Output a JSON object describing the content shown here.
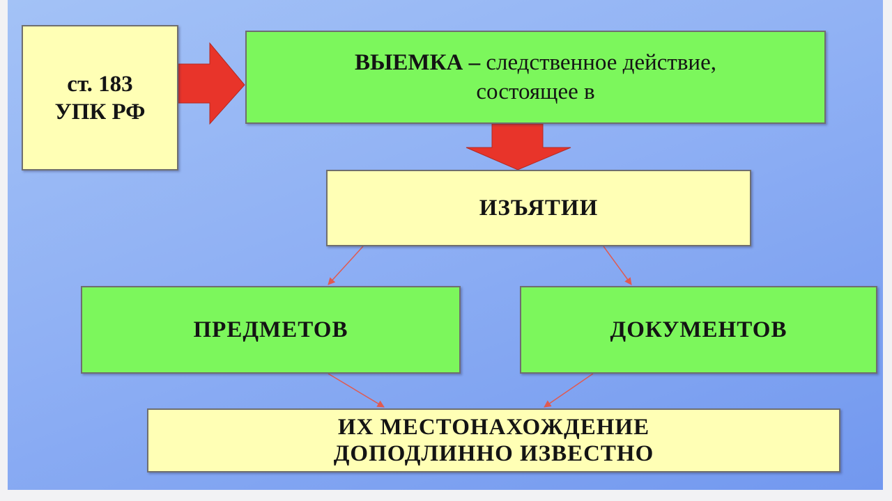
{
  "article": {
    "line1": "ст. 183",
    "line2": "УПК РФ"
  },
  "definition": {
    "term": "ВЫЕМКА –",
    "rest": " следственное действие,",
    "line2": "состоящее в"
  },
  "seizure": {
    "label": "ИЗЪЯТИИ"
  },
  "items": {
    "label": "ПРЕДМЕТОВ"
  },
  "documents": {
    "label": "ДОКУМЕНТОВ"
  },
  "location": {
    "line1": "ИХ МЕСТОНАХОЖДЕНИЕ",
    "line2": "ДОПОДЛИННО ИЗВЕСТНО"
  },
  "colors": {
    "yellow_box": "#ffffb5",
    "green_box": "#7cf75c",
    "block_arrow": "#e8342a",
    "connector": "#e05a50",
    "background": "#8fb0f4"
  }
}
